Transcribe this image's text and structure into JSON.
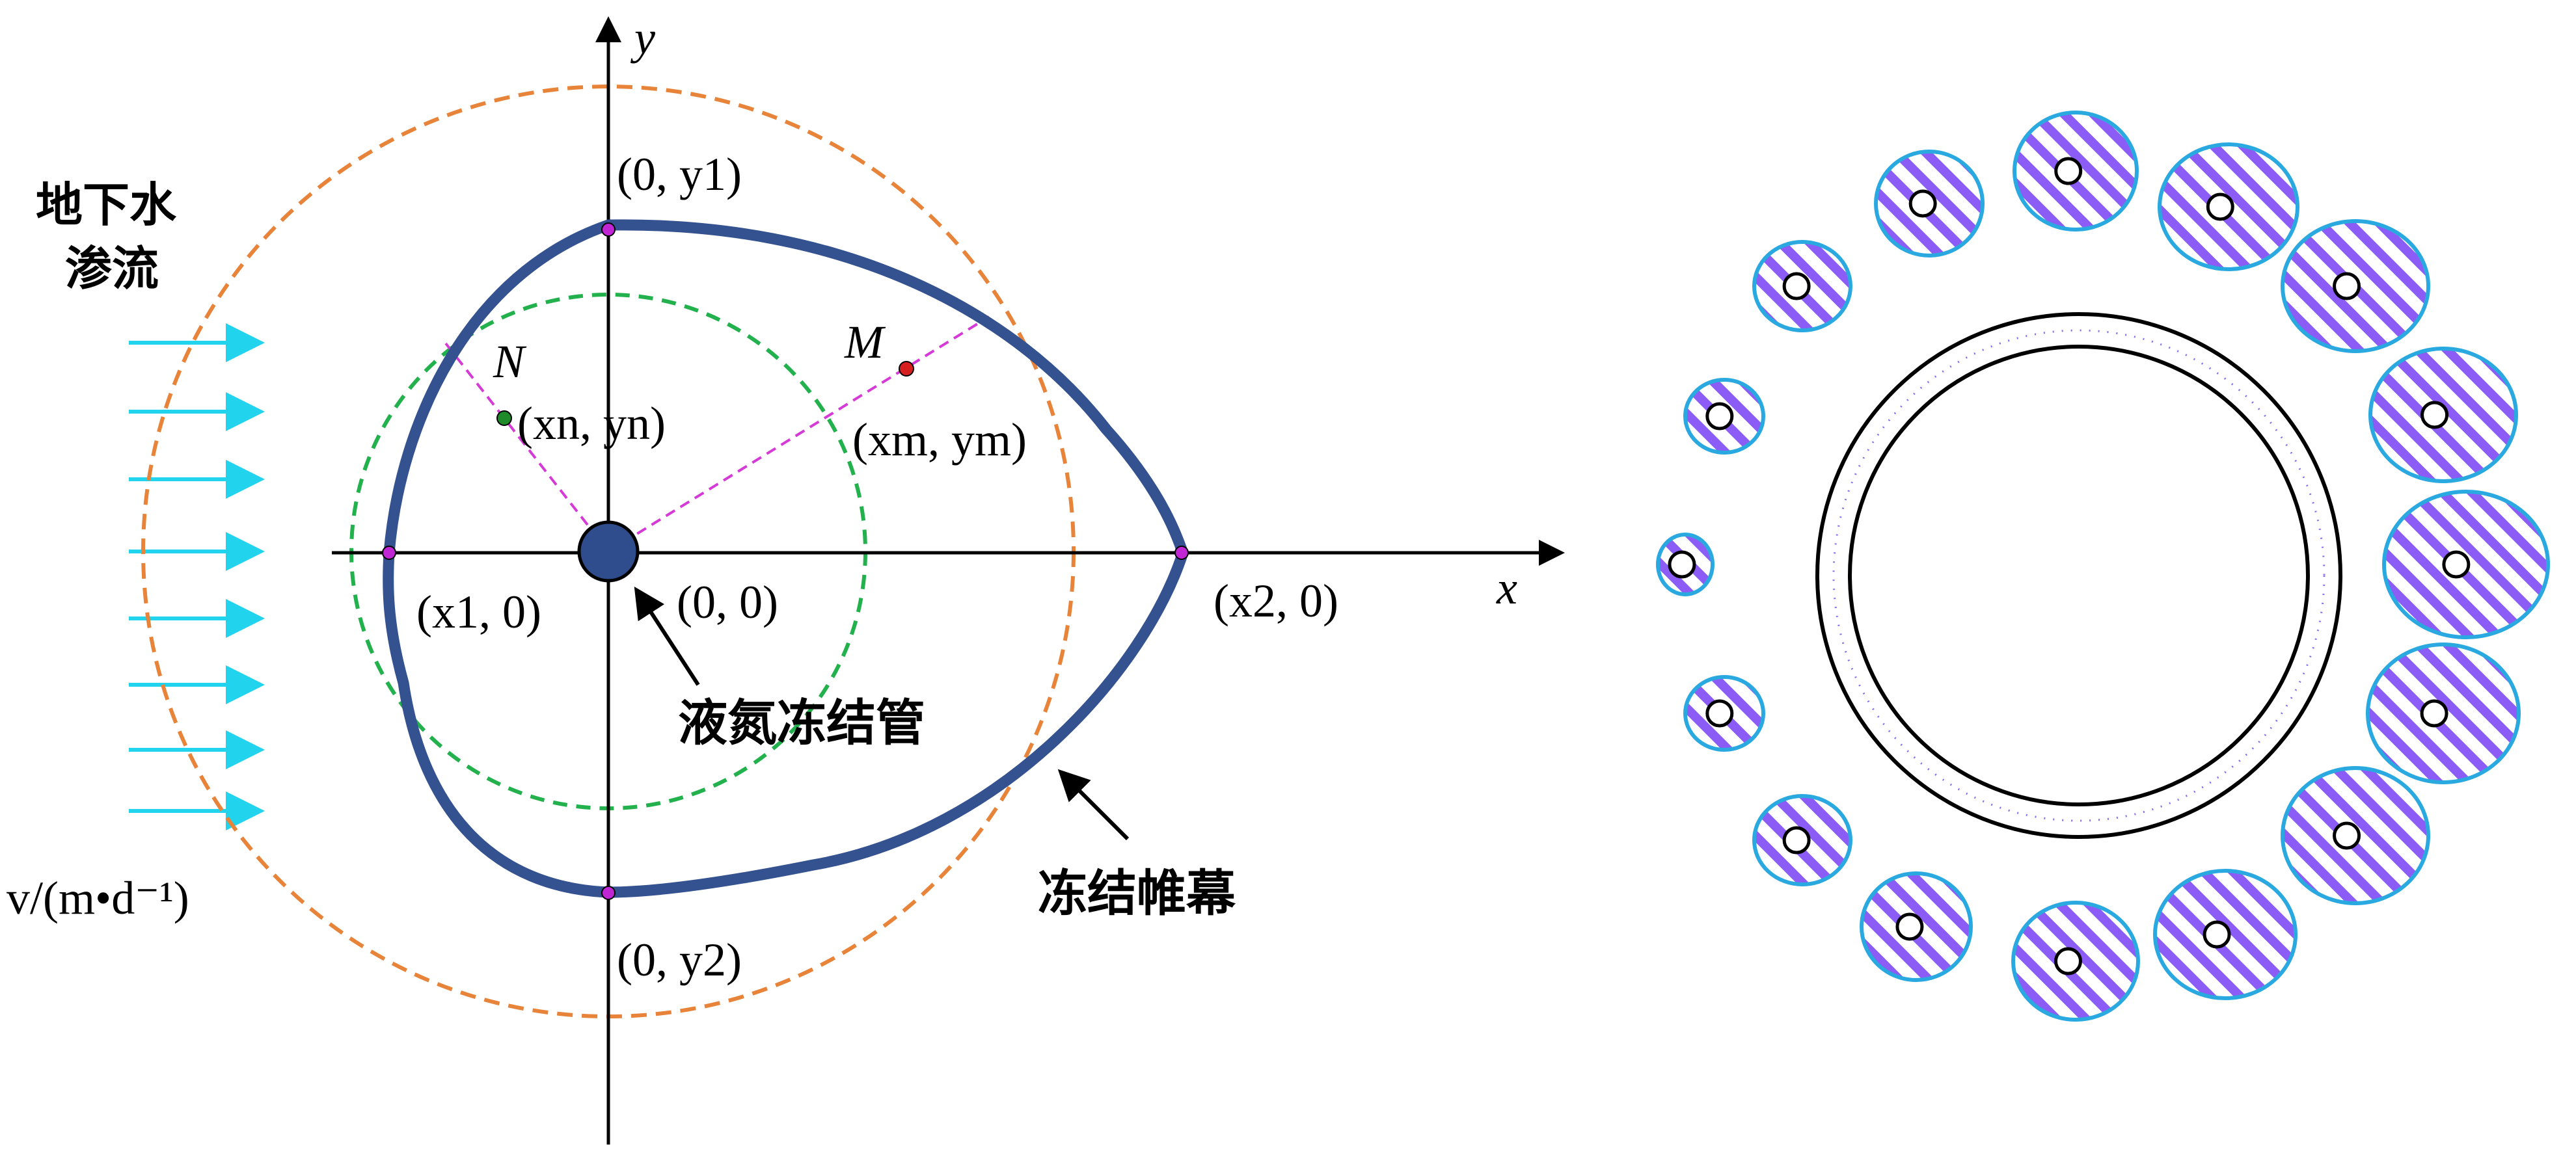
{
  "labels": {
    "groundwater_line1": "地下水",
    "groundwater_line2": "渗流",
    "velocity": "v/(m•d⁻¹)",
    "axis_x": "x",
    "axis_y": "y",
    "point_top": "(0, y1)",
    "point_bottom": "(0, y2)",
    "point_left": "(x1, 0)",
    "point_right": "(x2, 0)",
    "origin": "(0, 0)",
    "point_n_name": "N",
    "point_n_coord": "(xn, yn)",
    "point_m_name": "M",
    "point_m_coord": "(xm, ym)",
    "freeze_pipe": "液氮冻结管",
    "freeze_curtain": "冻结帷幕"
  },
  "colors": {
    "flow_arrow": "#22d3ee",
    "curtain": "#34528f",
    "pipe_fill": "#2f4d8c",
    "outer_dashed": "#e8833a",
    "inner_dashed": "#22b14c",
    "guide_line": "#d63ad6",
    "point_m": "#d62020",
    "point_n": "#1f8a2a",
    "point_axis": "#c026d3",
    "blob_fill": "#8b5cf6",
    "blob_edge": "#29a9e0"
  }
}
